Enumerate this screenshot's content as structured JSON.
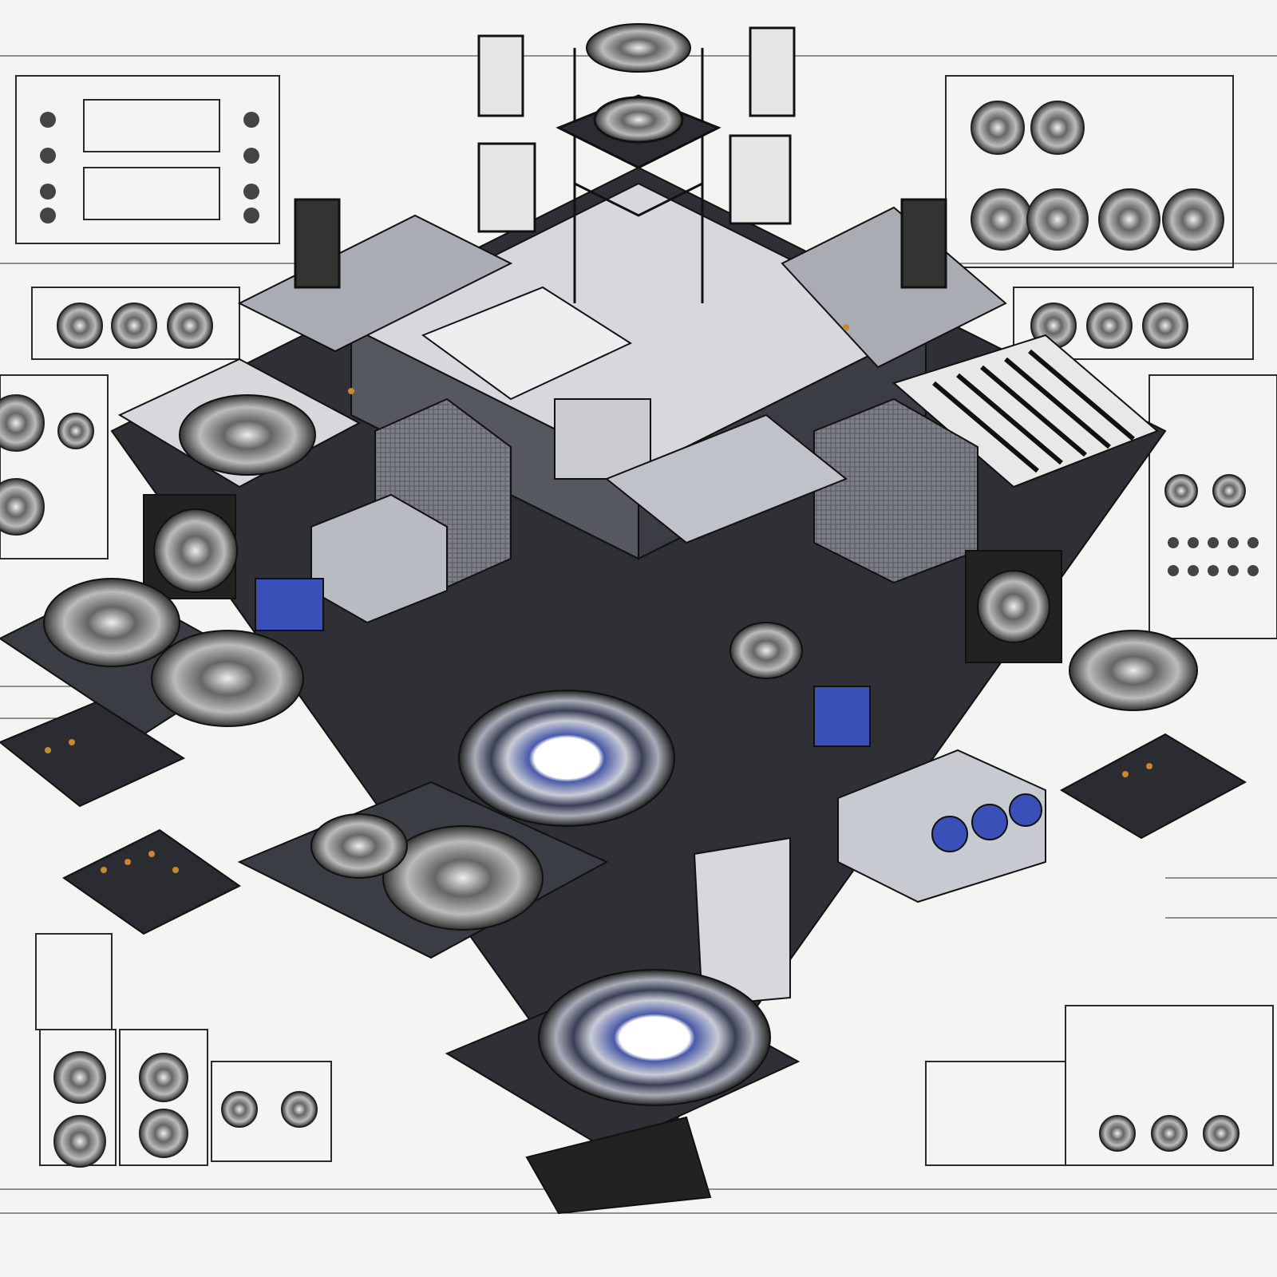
{
  "palette": {
    "background": "#f4f4f2",
    "line": "#2a2a2a",
    "dark_metal": "#2e3036",
    "mid_metal": "#8a8d94",
    "light_metal": "#d6d8dc",
    "accent_blue": "#3a4fb8",
    "accent_orange": "#c8892e"
  },
  "components": [
    "speaker-cabinet",
    "turntable",
    "mixer",
    "cassette-deck",
    "keyboard",
    "amplifier",
    "vacuum-tube",
    "screen-display"
  ]
}
